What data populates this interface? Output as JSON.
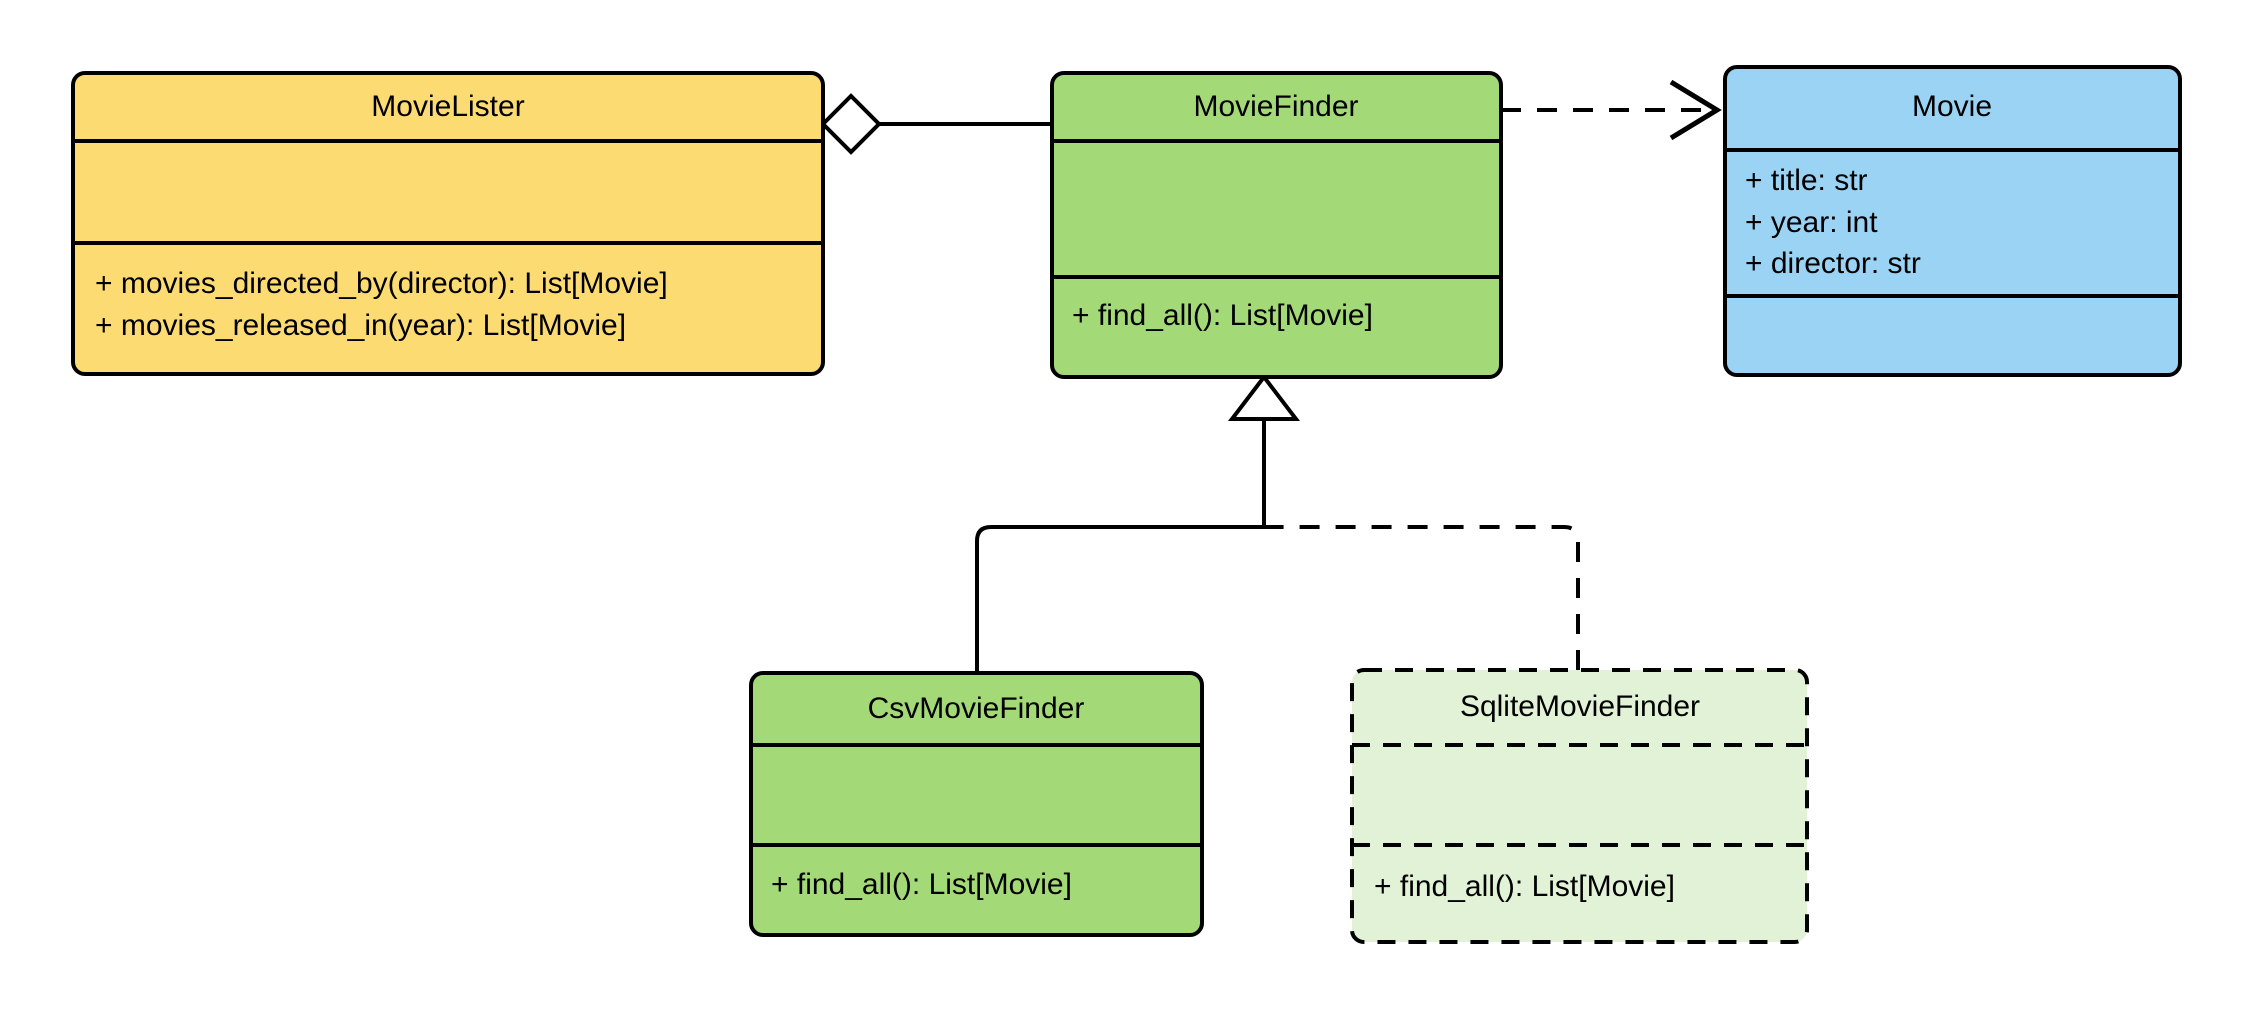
{
  "diagram": {
    "kind": "uml-class-diagram",
    "background": "#ffffff",
    "line_color": "#000000"
  },
  "palette": {
    "yellow_fill": "#fcdc72",
    "green_fill": "#a3d977",
    "light_green_fill": "#e2f2d6",
    "blue_fill": "#9bd3f5",
    "stroke": "#000000"
  },
  "classes": {
    "movie_lister": {
      "name": "MovieLister",
      "attributes": [],
      "methods": [
        "+ movies_directed_by(director): List[Movie]",
        "+ movies_released_in(year): List[Movie]"
      ],
      "fill": "#fcdc72",
      "border_style": "solid"
    },
    "movie_finder": {
      "name": "MovieFinder",
      "attributes": [],
      "methods": [
        "+ find_all(): List[Movie]"
      ],
      "fill": "#a3d977",
      "border_style": "solid"
    },
    "movie": {
      "name": "Movie",
      "attributes": [
        "+ title: str",
        "+ year: int",
        "+ director: str"
      ],
      "methods": [],
      "fill": "#9bd3f5",
      "border_style": "solid"
    },
    "csv_movie_finder": {
      "name": "CsvMovieFinder",
      "attributes": [],
      "methods": [
        "+ find_all(): List[Movie]"
      ],
      "fill": "#a3d977",
      "border_style": "solid"
    },
    "sqlite_movie_finder": {
      "name": "SqliteMovieFinder",
      "attributes": [],
      "methods": [
        "+ find_all(): List[Movie]"
      ],
      "fill": "#e2f2d6",
      "border_style": "dashed"
    }
  },
  "relationships": [
    {
      "id": "lister-finder",
      "type": "aggregation",
      "from": "MovieLister",
      "to": "MovieFinder",
      "line_style": "solid",
      "source_marker": "hollow-diamond",
      "target_marker": "none"
    },
    {
      "id": "finder-movie",
      "type": "dependency",
      "from": "MovieFinder",
      "to": "Movie",
      "line_style": "dashed",
      "source_marker": "none",
      "target_marker": "open-arrow"
    },
    {
      "id": "csv-finder",
      "type": "generalization",
      "from": "CsvMovieFinder",
      "to": "MovieFinder",
      "line_style": "solid",
      "source_marker": "none",
      "target_marker": "hollow-triangle"
    },
    {
      "id": "sqlite-finder",
      "type": "generalization",
      "from": "SqliteMovieFinder",
      "to": "MovieFinder",
      "line_style": "dashed",
      "source_marker": "none",
      "target_marker": "hollow-triangle"
    }
  ]
}
